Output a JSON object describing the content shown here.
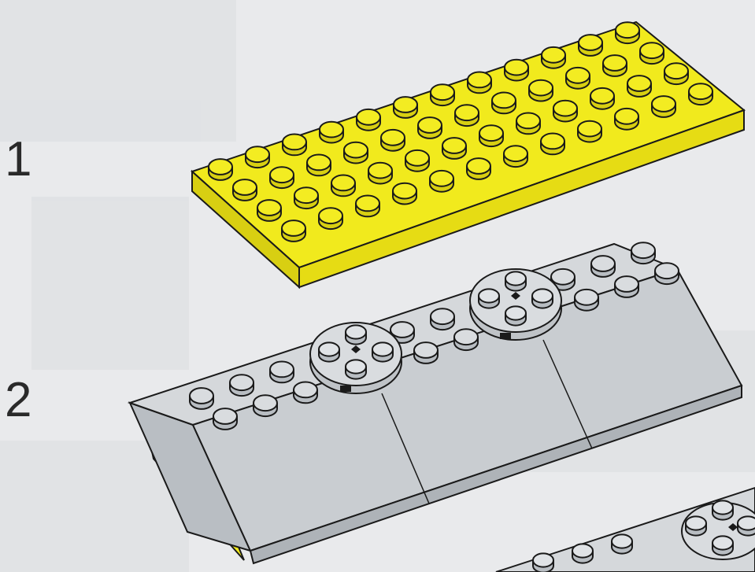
{
  "steps": [
    {
      "number": "1"
    },
    {
      "number": "2"
    }
  ],
  "colors": {
    "background": "#e9eaec",
    "yellow_plate": "#f1ea1d",
    "grey_brick": "#c9cdd1",
    "outline": "#1a1a1a"
  },
  "parts": {
    "step1": {
      "name": "yellow-plate",
      "rows": 4,
      "cols": 12
    },
    "step2": {
      "name": "grey-sloped-assembly",
      "turntables": 2
    }
  }
}
